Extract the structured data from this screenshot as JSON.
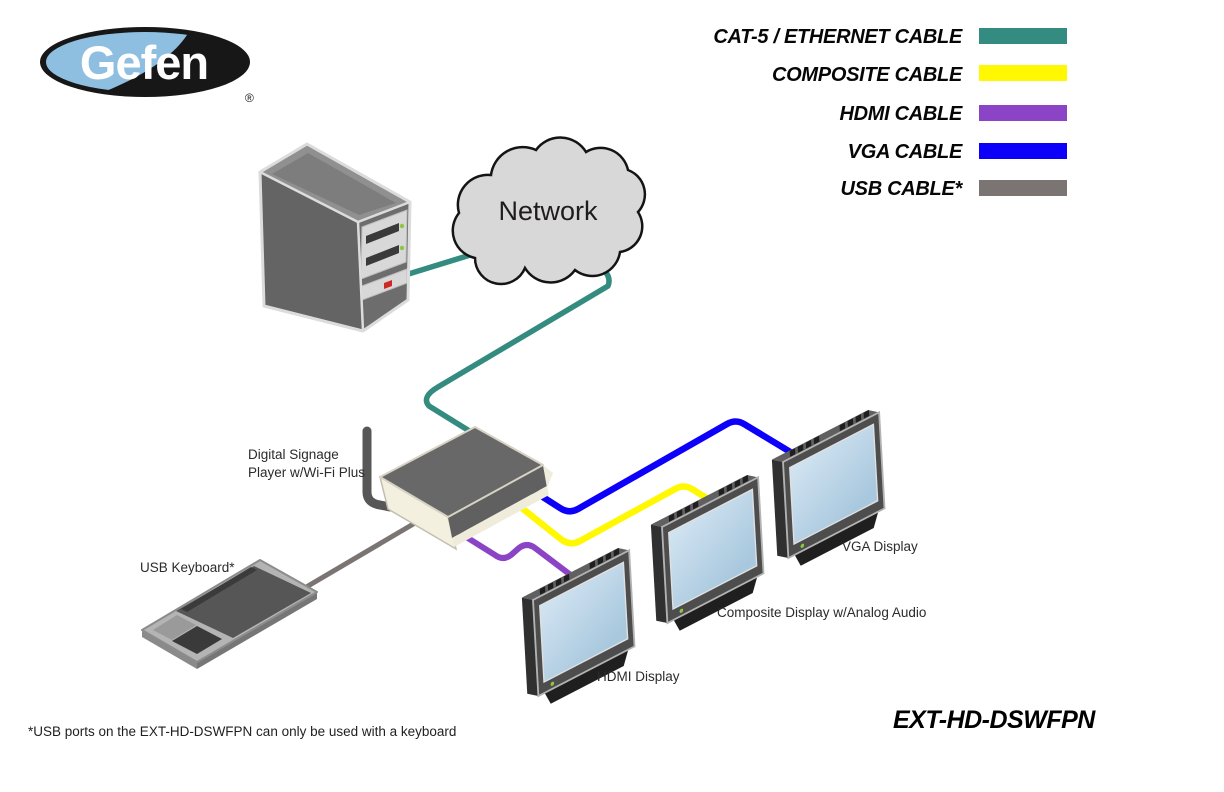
{
  "logo": {
    "brand": "Gefen",
    "registered": "®"
  },
  "legend": {
    "items": [
      {
        "name": "cat5-ethernet",
        "label": "CAT-5 / ETHERNET CABLE",
        "color": "#348b7f"
      },
      {
        "name": "composite",
        "label": "COMPOSITE CABLE",
        "color": "#fff800"
      },
      {
        "name": "hdmi",
        "label": "HDMI CABLE",
        "color": "#8b44c5"
      },
      {
        "name": "vga",
        "label": "VGA CABLE",
        "color": "#0d00fa"
      },
      {
        "name": "usb",
        "label": "USB CABLE*",
        "color": "#7a7572"
      }
    ]
  },
  "diagram": {
    "network_label": "Network",
    "player_label": {
      "line1": "Digital Signage",
      "line2": "Player w/Wi-Fi Plus"
    },
    "keyboard_label": "USB Keyboard*",
    "display_labels": {
      "hdmi": "HDMI Display",
      "composite": "Composite Display w/Analog Audio",
      "vga": "VGA Display"
    }
  },
  "footer": {
    "footnote": "*USB ports on the EXT-HD-DSWFPN can only be used with a keyboard",
    "model": "EXT-HD-DSWFPN"
  }
}
